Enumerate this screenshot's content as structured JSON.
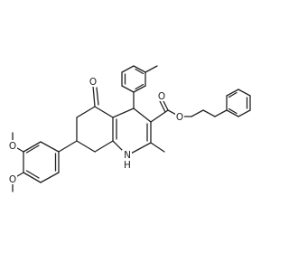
{
  "molecule": {
    "atoms": [
      {
        "id": "O1",
        "label": "O"
      },
      {
        "id": "O2",
        "label": "O"
      },
      {
        "id": "O3",
        "label": "O"
      },
      {
        "id": "O4",
        "label": "O"
      },
      {
        "id": "N1",
        "label": "N"
      },
      {
        "id": "H1",
        "label": "H"
      }
    ],
    "colors": {
      "bond": "#222222",
      "label": "#222222",
      "background": "#ffffff"
    }
  }
}
